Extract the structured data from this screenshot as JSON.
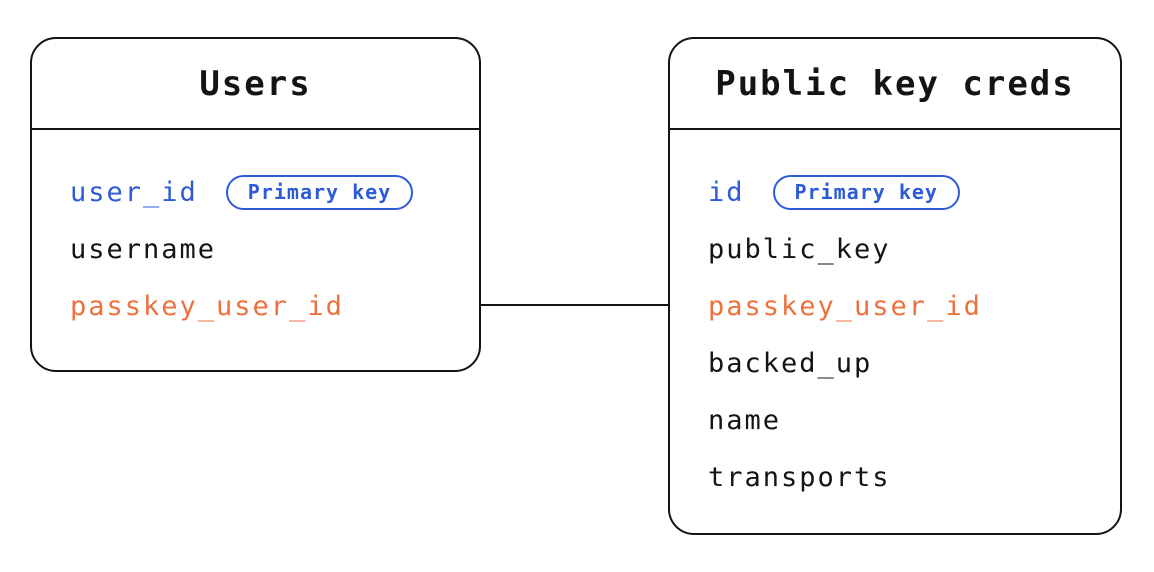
{
  "diagram": {
    "tables": [
      {
        "title": "Users",
        "fields": [
          {
            "name": "user_id",
            "role": "primary-key",
            "badge": "Primary key"
          },
          {
            "name": "username",
            "role": "regular"
          },
          {
            "name": "passkey_user_id",
            "role": "foreign-key"
          }
        ]
      },
      {
        "title": "Public key creds",
        "fields": [
          {
            "name": "id",
            "role": "primary-key",
            "badge": "Primary key"
          },
          {
            "name": "public_key",
            "role": "regular"
          },
          {
            "name": "passkey_user_id",
            "role": "foreign-key"
          },
          {
            "name": "backed_up",
            "role": "regular"
          },
          {
            "name": "name",
            "role": "regular"
          },
          {
            "name": "transports",
            "role": "regular"
          }
        ]
      }
    ],
    "relationship": {
      "from_table": "Users",
      "from_field": "passkey_user_id",
      "to_table": "Public key creds",
      "to_field": "passkey_user_id"
    },
    "colors": {
      "primary_key_blue": "#2d5bd7",
      "linked_field_orange": "#ed713c",
      "text_black": "#141414",
      "background": "#ffffff"
    }
  }
}
